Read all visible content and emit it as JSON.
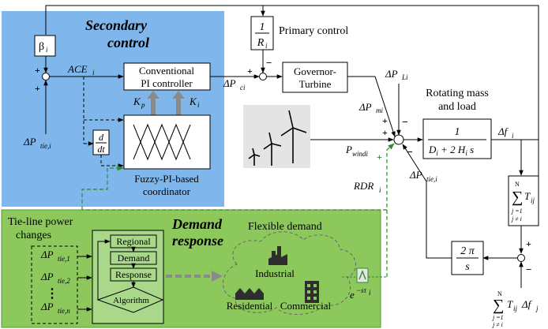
{
  "colors": {
    "secondary_bg": "#7fb7ec",
    "demand_bg": "#8dc85c",
    "demand_border": "#4f9a2e",
    "dashed_green": "#2f8a2f",
    "block_fill": "#ffffff",
    "line": "#000000",
    "arrow_grey": "#8a8a8a"
  },
  "regions": {
    "secondary": {
      "title_1": "Secondary",
      "title_2": "control"
    },
    "demand": {
      "title_1": "Demand",
      "title_2": "response"
    }
  },
  "labels": {
    "primary_control": "Primary control",
    "rotating_mass_1": "Rotating mass",
    "rotating_mass_2": "and load",
    "tie_line_1": "Tie-line power",
    "tie_line_2": "changes",
    "flexible_demand": "Flexible demand",
    "fuzzy_1": "Fuzzy-PI-based",
    "fuzzy_2": "coordinator",
    "industrial": "Industrial",
    "residential": "Residential",
    "commercial": "Commercial"
  },
  "blocks": {
    "beta": {
      "main": "β",
      "sub": "i"
    },
    "conventional_pi_1": "Conventional",
    "conventional_pi_2": "PI controller",
    "derivative_num": "d",
    "derivative_den": "dt",
    "governor_1": "Governor-",
    "governor_2": "Turbine",
    "inv_r_num": "1",
    "inv_r_den": "R",
    "inv_r_den_sub": "i",
    "plant_num": "1",
    "plant_den": "D",
    "plant_den_2": " + 2 H",
    "plant_den_3": " s",
    "two_pi_num": "2 π",
    "two_pi_den": "s",
    "alg_regional": "Regional",
    "alg_demand": "Demand",
    "alg_response": "Response",
    "alg_algorithm": "Algorithm",
    "delay": "e",
    "delay_exp": "−sτ",
    "delay_exp_sub": "i"
  },
  "signals": {
    "ace": {
      "main": "ACE",
      "sub": "i"
    },
    "p_tie": {
      "main": "ΔP",
      "sub": "tie,i"
    },
    "kp": {
      "main": "K",
      "sub": "p"
    },
    "ki": {
      "main": "K",
      "sub": "i"
    },
    "p_ci": {
      "main": "ΔP",
      "sub": "ci"
    },
    "p_li": {
      "main": "ΔP",
      "sub": "Li"
    },
    "p_mi": {
      "main": "ΔP",
      "sub": "mi"
    },
    "p_windi": {
      "main": "P",
      "sub": "windi"
    },
    "rdr": {
      "main": "RDR",
      "sub": "i"
    },
    "p_tie_right": {
      "main": "ΔP",
      "sub": "tie,i"
    },
    "delta_f": {
      "main": "Δf",
      "sub": "i"
    },
    "tie_items": [
      {
        "main": "ΔP",
        "sub": "tie,1"
      },
      {
        "main": "ΔP",
        "sub": "tie,2"
      },
      {
        "main": "ΔP",
        "sub": "tie,n"
      }
    ],
    "tie_dots": "⋮"
  },
  "sums": {
    "symbol": "∑",
    "t": "T",
    "t_sub": "ij",
    "upper": "N",
    "lower_1": "j =1",
    "lower_2": "j ≠ i",
    "delta_f_j": "Δf",
    "delta_f_j_sub": "j"
  },
  "signs": {
    "plus": "+",
    "minus": "−"
  }
}
